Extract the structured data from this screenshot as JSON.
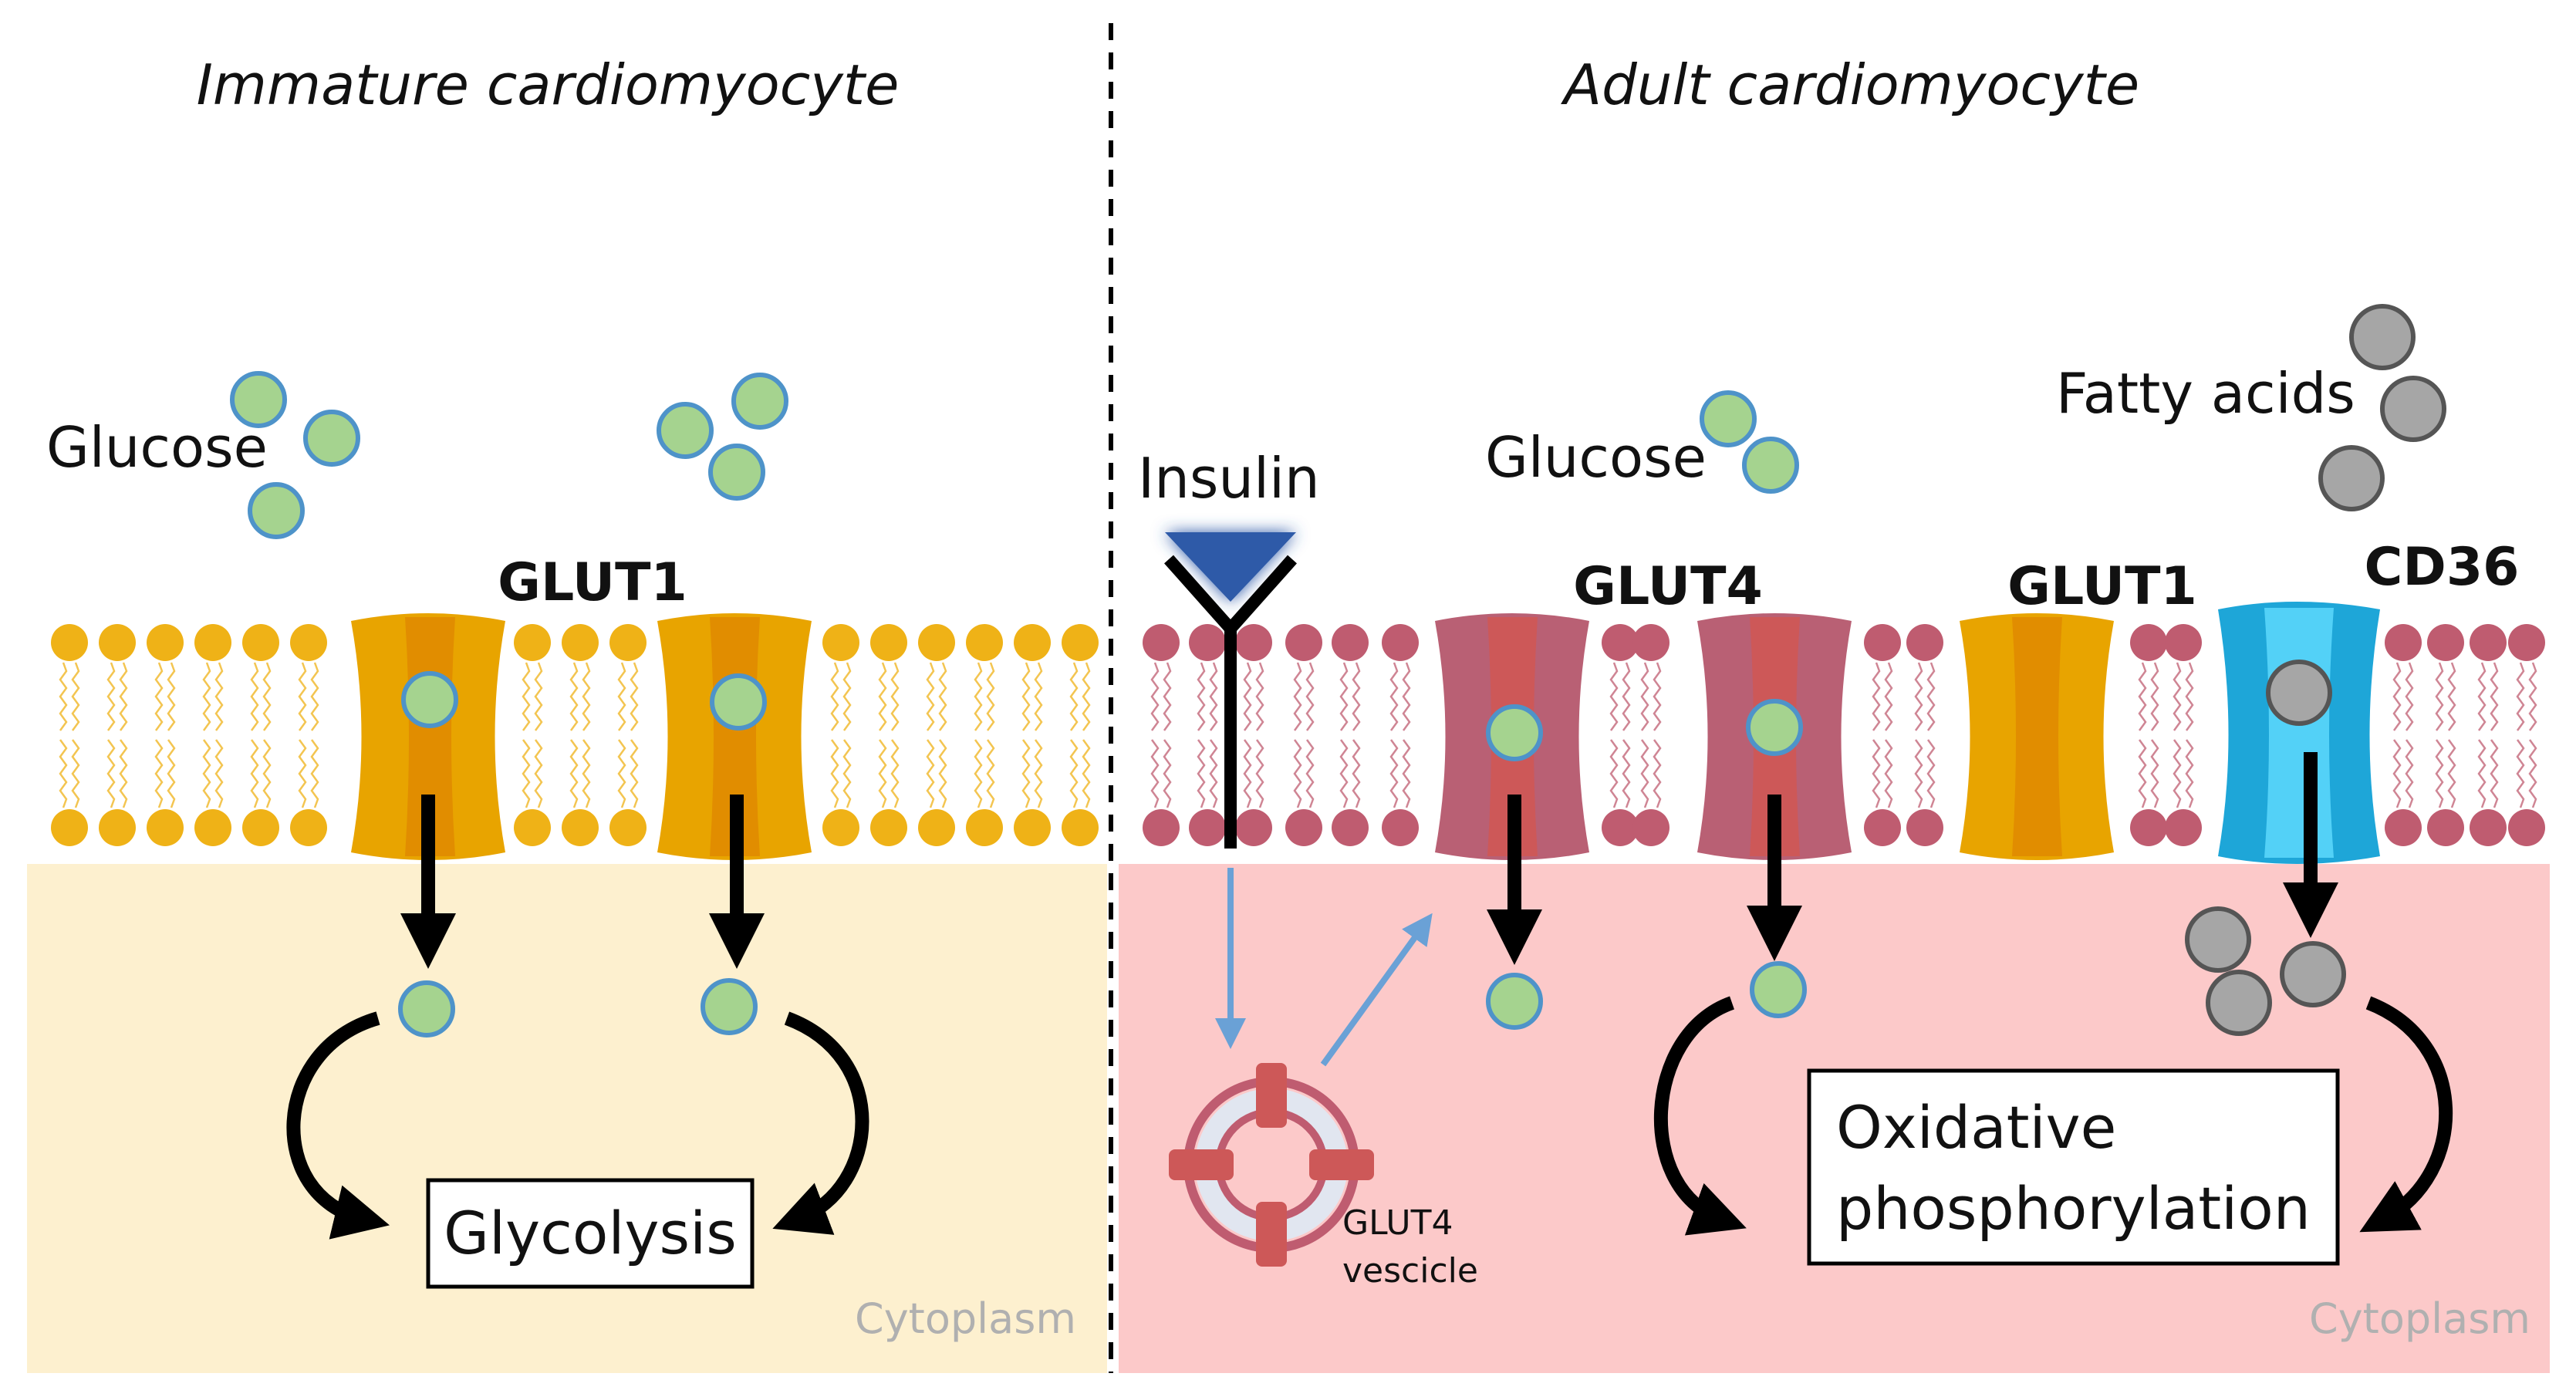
{
  "left_panel": {
    "title": "Immature cardiomyocyte",
    "glucose_label": "Glucose",
    "transporter_label": "GLUT1",
    "process_label": "Glycolysis",
    "compartment_label": "Cytoplasm"
  },
  "right_panel": {
    "title": "Adult cardiomyocyte",
    "insulin_label": "Insulin",
    "glucose_label": "Glucose",
    "glut4_label": "GLUT4",
    "glut1_label": "GLUT1",
    "cd36_label": "CD36",
    "fatty_acids_label": "Fatty acids",
    "vesicle_label_line1": "GLUT4",
    "vesicle_label_line2": "vescicle",
    "process_line1": "Oxidative",
    "process_line2": "phosphorylation",
    "compartment_label": "Cytoplasm"
  },
  "colors": {
    "immature_cytoplasm": "#fdf0cf",
    "adult_cytoplasm": "#fcc9c9",
    "glut1": "#e8a400",
    "glut1_core": "#e18d00",
    "glut4": "#b96074",
    "glut4_core": "#cd5858",
    "cd36": "#1ea6d8",
    "cd36_core": "#53d1f7",
    "glucose_fill": "#a5d38f",
    "glucose_stroke": "#4e93c9",
    "fatty_acid_fill": "#a6a6a6",
    "lipid_head_immature": "#efb217",
    "lipid_head_adult": "#bf5c70",
    "insulin_receptor": "#2e5aa8",
    "signal_arrow": "#6aa1d6"
  },
  "icons": [
    "glucose-molecule-icon",
    "fatty-acid-molecule-icon",
    "glut1-transporter-icon",
    "glut4-transporter-icon",
    "cd36-transporter-icon",
    "insulin-receptor-icon",
    "glut4-vesicle-icon"
  ]
}
